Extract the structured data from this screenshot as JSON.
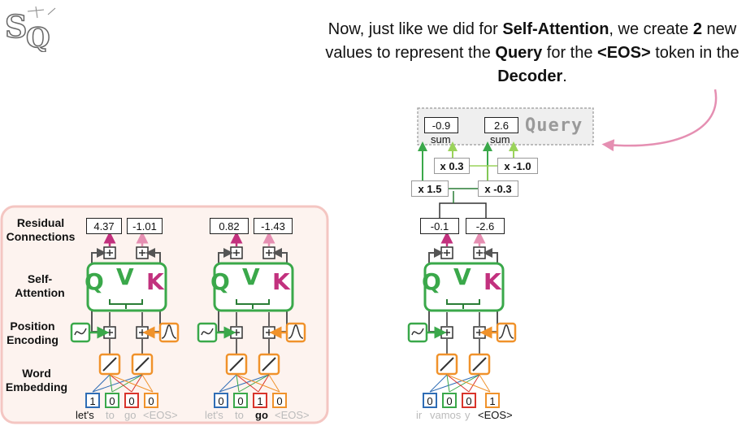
{
  "caption": {
    "p1": "Now, just like we did for ",
    "b1": "Self-Attention",
    "p2": ", we create ",
    "b2": "2",
    "p3": " new values to represent the ",
    "b3": "Query",
    "p4": " for the ",
    "b4": "<EOS>",
    "p5": " token in the ",
    "b5": "Decoder",
    "p6": "."
  },
  "encoder_labels": {
    "residual": "Residual Connections",
    "self_attention": "Self-Attention",
    "position": "Position Encoding",
    "word_embedding": "Word Embedding"
  },
  "qvk": {
    "q": "Q",
    "v": "V",
    "k": "K"
  },
  "encoder_columns": [
    {
      "residual": [
        "4.37",
        "-1.01"
      ],
      "onehot": [
        "1",
        "0",
        "0",
        "0"
      ],
      "tokens": [
        "let's",
        "to",
        "go",
        "<EOS>"
      ],
      "active_token": 0
    },
    {
      "residual": [
        "0.82",
        "-1.43"
      ],
      "onehot": [
        "0",
        "0",
        "1",
        "0"
      ],
      "tokens": [
        "let's",
        "to",
        "go",
        "<EOS>"
      ],
      "active_token": 2
    }
  ],
  "decoder": {
    "residual": [
      "-0.1",
      "-2.6"
    ],
    "weights": [
      "x 1.5",
      "x -0.3",
      "x 0.3",
      "x -1.0"
    ],
    "query_values": [
      "-0.9",
      "2.6"
    ],
    "sum_label": "sum",
    "query_label": "Query",
    "onehot": [
      "0",
      "0",
      "0",
      "1"
    ],
    "tokens": [
      "ir",
      "vamos",
      "y",
      "<EOS>"
    ],
    "active_token": 3
  },
  "colors": {
    "green": "#3aa84a",
    "orange": "#f0922b",
    "magenta": "#c2317e",
    "light_green": "#9ad35a",
    "pink_arrow": "#e58fb2",
    "panel_bg": "#fdf3ef",
    "panel_border": "#f4c6c2",
    "onehot_colors": [
      "#2f6db5",
      "#3aa84a",
      "#d9342b",
      "#f0922b"
    ]
  }
}
